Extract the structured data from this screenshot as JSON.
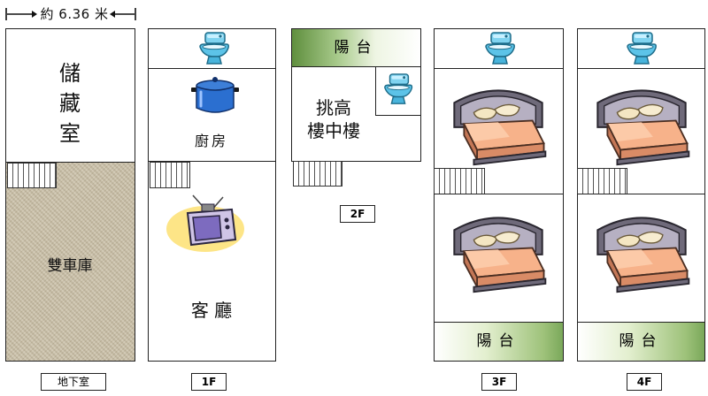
{
  "dimension": {
    "text": "約 6.36 米"
  },
  "basement": {
    "storage": [
      "儲",
      "藏",
      "室"
    ],
    "garage": "雙車庫",
    "tag": "地下室"
  },
  "floor1": {
    "kitchen": "廚房",
    "living": "客 廳",
    "tag": "1F"
  },
  "floor2": {
    "balcony": "陽台",
    "loft_line1": "挑高",
    "loft_line2": "樓中樓",
    "tag": "2F"
  },
  "floor3": {
    "balcony": "陽台",
    "tag": "3F"
  },
  "floor4": {
    "balcony": "陽台",
    "tag": "4F"
  },
  "icons": [
    "toilet-icon",
    "pot-icon",
    "tv-icon",
    "bed-icon",
    "stairs-icon"
  ],
  "colors": {
    "balcony_green": "#7aa85a",
    "garage_beige": "#c9bfa6"
  }
}
